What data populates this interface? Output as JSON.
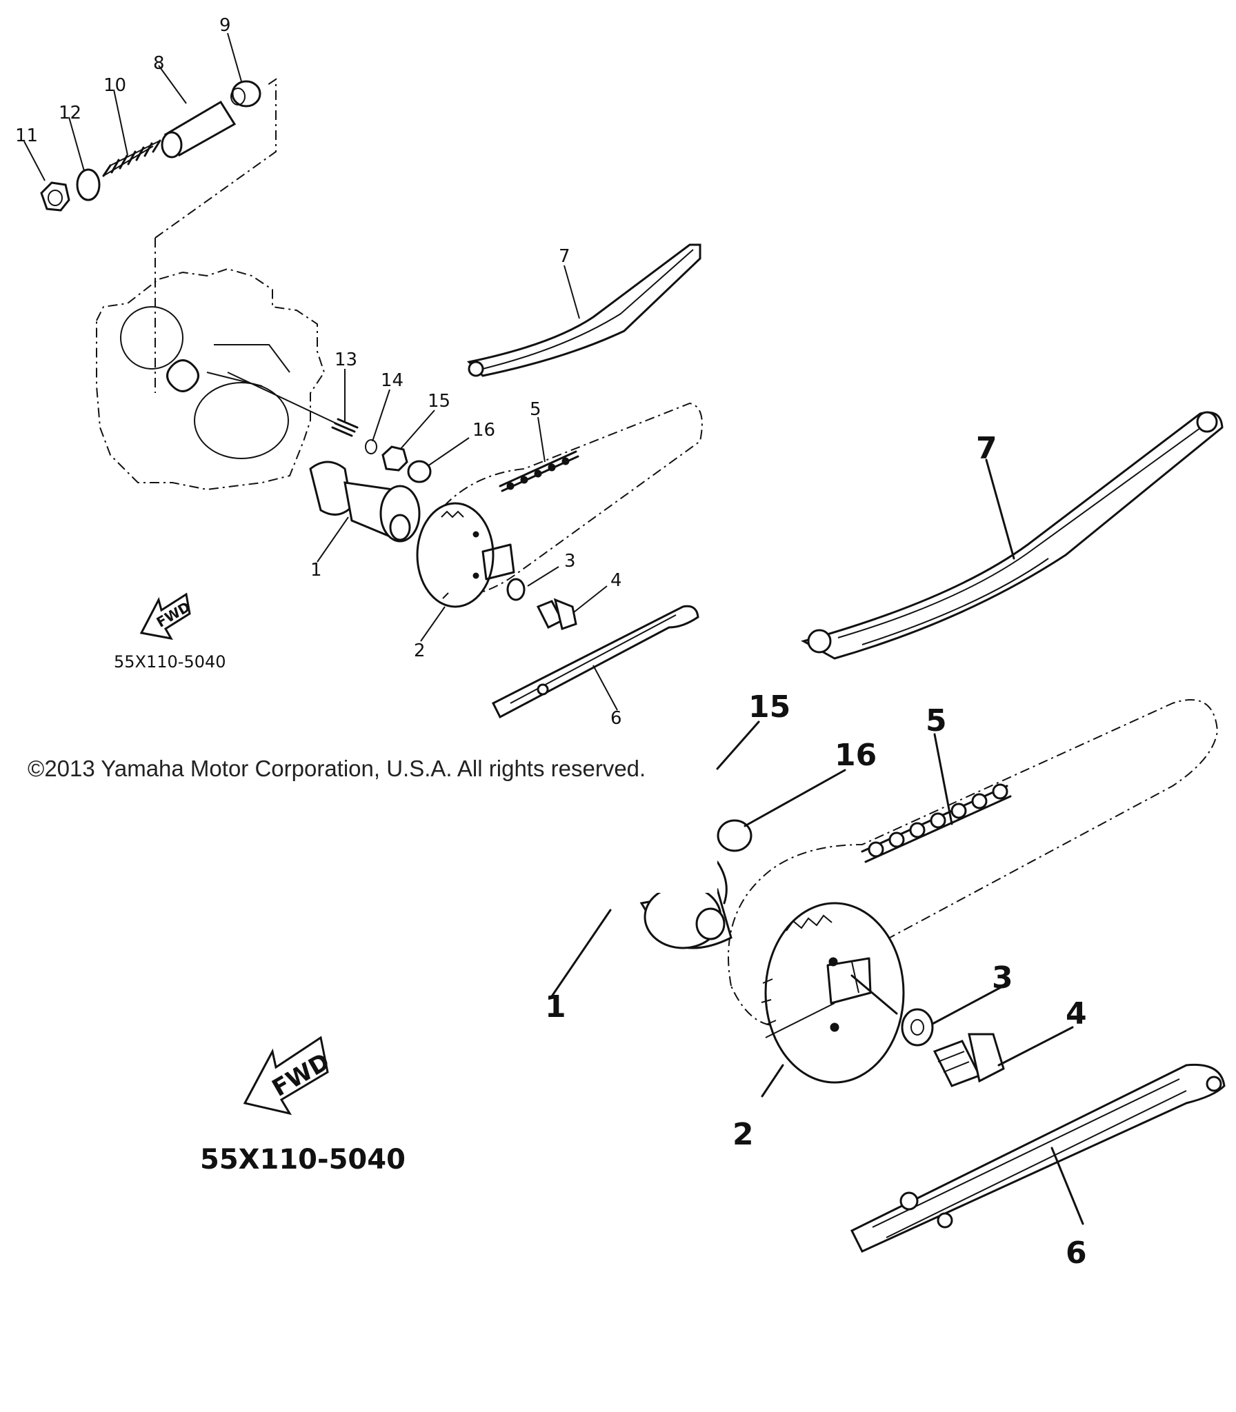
{
  "part_numbers": {
    "p1": "1",
    "p2": "2",
    "p3": "3",
    "p4": "4",
    "p5": "5",
    "p6": "6",
    "p7": "7",
    "p8": "8",
    "p9": "9",
    "p10": "10",
    "p11": "11",
    "p12": "12",
    "p13": "13",
    "p14": "14",
    "p15": "15",
    "p16": "16"
  },
  "direction_label": "FWD",
  "catalog_code": "55X110-5040",
  "copyright": "©2013 Yamaha Motor Corporation, U.S.A. All rights reserved.",
  "icons": {
    "direction": "fwd-arrow-icon"
  }
}
